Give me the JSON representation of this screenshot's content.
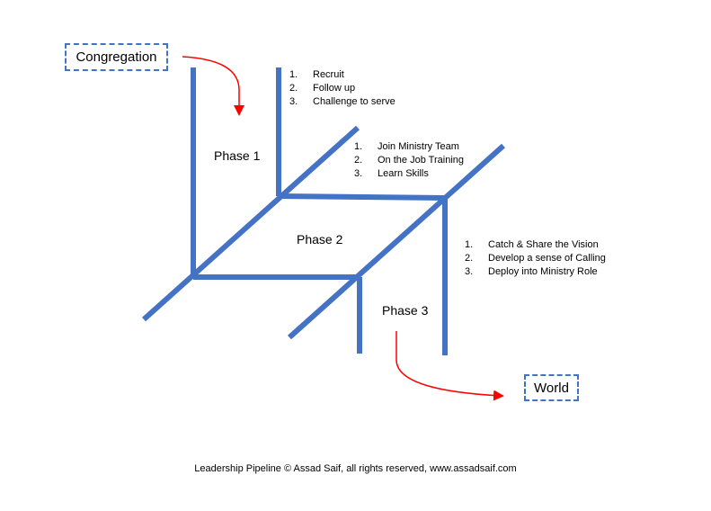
{
  "start_label": "Congregation",
  "end_label": "World",
  "phases": [
    "Phase 1",
    "Phase 2",
    "Phase 3"
  ],
  "lists": [
    {
      "items": [
        {
          "num": "1.",
          "text": "Recruit"
        },
        {
          "num": "2.",
          "text": "Follow up"
        },
        {
          "num": "3.",
          "text": "Challenge to serve"
        }
      ]
    },
    {
      "items": [
        {
          "num": "1.",
          "text": "Join Ministry Team"
        },
        {
          "num": "2.",
          "text": "On the Job Training"
        },
        {
          "num": "3.",
          "text": "Learn Skills"
        }
      ]
    },
    {
      "items": [
        {
          "num": "1.",
          "text": "Catch & Share the Vision"
        },
        {
          "num": "2.",
          "text": "Develop a sense of Calling"
        },
        {
          "num": "3.",
          "text": "Deploy into Ministry Role"
        }
      ]
    }
  ],
  "footer": "Leadership Pipeline © Assad Saif, all rights reserved, www.assadsaif.com",
  "colors": {
    "pipe": "#4472C4",
    "arrow": "#FF0000"
  }
}
